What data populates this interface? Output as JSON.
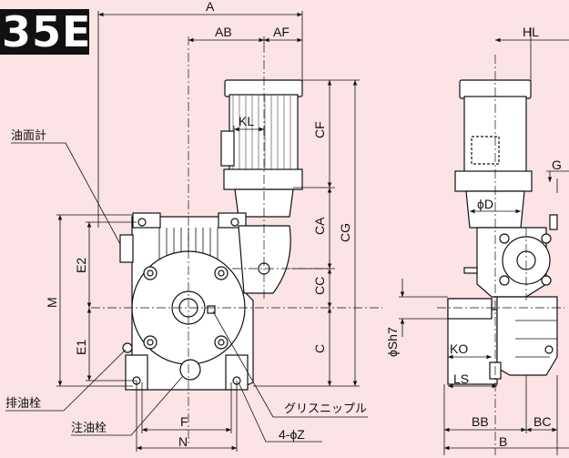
{
  "model_badge": "35E",
  "colors": {
    "background": "#fbe3e6",
    "line": "#111111",
    "fill": "#ffffff"
  },
  "dimensions": {
    "A": "A",
    "AB": "AB",
    "AF": "AF",
    "HL": "HL",
    "KL": "KL",
    "CF": "CF",
    "CG": "CG",
    "CA": "CA",
    "CC": "CC",
    "C": "C",
    "E2": "E2",
    "E1": "E1",
    "M": "M",
    "F": "F",
    "N": "N",
    "G": "G",
    "D": "ϕD",
    "S": "ϕSh7",
    "KO": "KO",
    "LS": "LS",
    "BB": "BB",
    "BC": "BC",
    "B": "B",
    "Z": "4-ϕZ"
  },
  "callouts": {
    "oil_gauge": "油面計",
    "drain_plug": "排油栓",
    "fill_plug": "注油栓",
    "grease_nipple": "グリスニップル"
  }
}
